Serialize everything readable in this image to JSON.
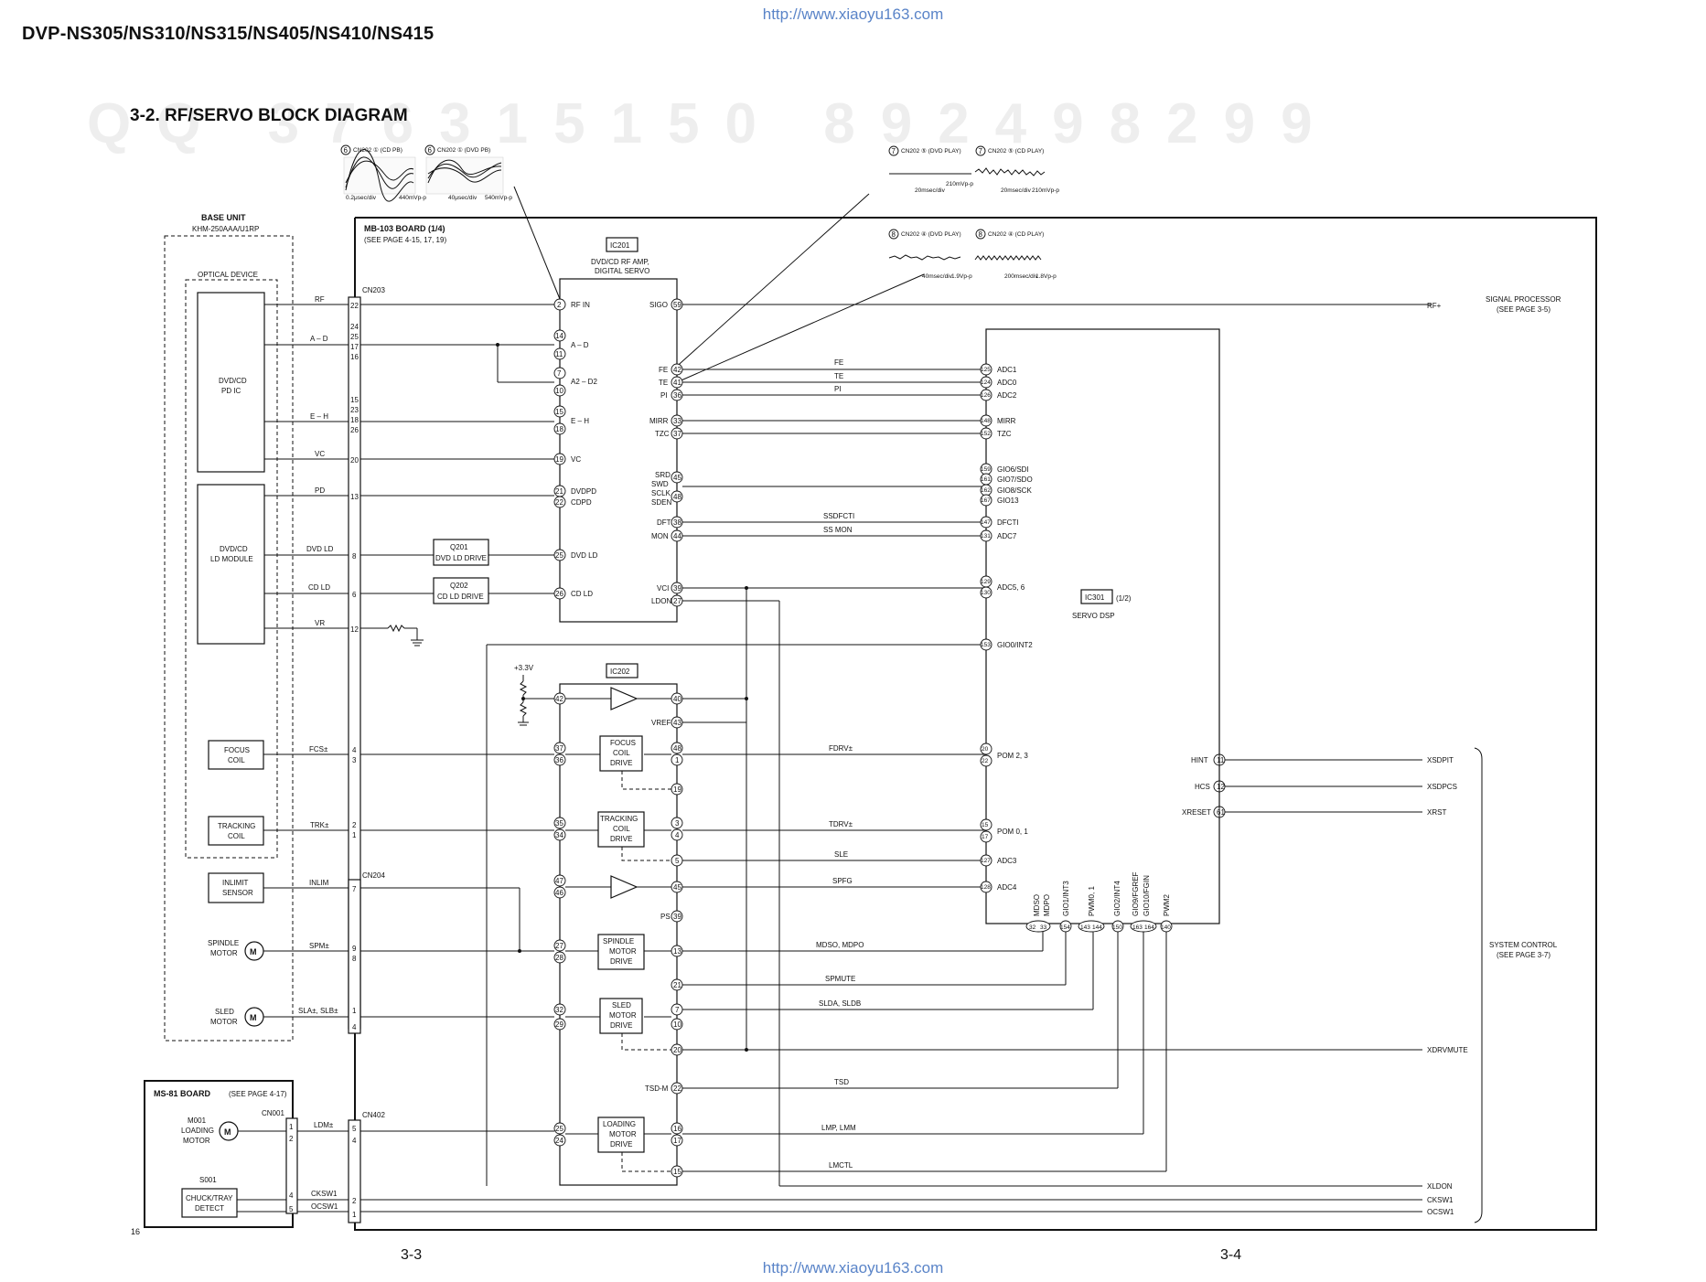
{
  "header": {
    "model": "DVP-NS305/NS310/NS315/NS405/NS410/NS415",
    "url": "http://www.xiaoyu163.com"
  },
  "section_title": "3-2.  RF/SERVO BLOCK DIAGRAM",
  "page_numbers": {
    "left": "3-3",
    "right": "3-4",
    "small": "16"
  },
  "waveforms": [
    {
      "id": "6",
      "label": "CN202 ① (CD PB)",
      "time": "0.2μsec/div",
      "amp": "440mVp-p"
    },
    {
      "id": "6",
      "label": "CN202 ① (DVD PB)",
      "time": "40μsec/div",
      "amp": "540mVp-p"
    },
    {
      "id": "7",
      "label": "CN202 ⑤ (DVD PLAY)",
      "time": "20msec/div",
      "amp": "210mVp-p"
    },
    {
      "id": "7",
      "label": "CN202 ⑤ (CD PLAY)",
      "time": "20msec/div",
      "amp": "210mVp-p"
    },
    {
      "id": "8",
      "label": "CN202 ④ (DVD PLAY)",
      "time": "40msec/div",
      "amp": "1.9Vp-p"
    },
    {
      "id": "8",
      "label": "CN202 ④ (CD PLAY)",
      "time": "200msec/div",
      "amp": "1.8Vp-p"
    }
  ],
  "base_unit": {
    "title": "BASE UNIT",
    "subtitle": "KHM-250AAA/U1RP",
    "optical_device": "OPTICAL DEVICE",
    "pd_ic": [
      "DVD/CD",
      "PD IC"
    ],
    "ld_module": [
      "DVD/CD",
      "LD MODULE"
    ],
    "focus_coil": [
      "FOCUS",
      "COIL"
    ],
    "tracking_coil": [
      "TRACKING",
      "COIL"
    ],
    "inlimit_sensor": [
      "INLIMIT",
      "SENSOR"
    ],
    "spindle_motor": [
      "SPINDLE",
      "MOTOR"
    ],
    "sled_motor": [
      "SLED",
      "MOTOR"
    ],
    "motor_symbol": "M"
  },
  "ms81": {
    "title": "MS-81 BOARD",
    "see": "(SEE PAGE 4-17)",
    "cn": "CN001",
    "loading_motor": [
      "M001",
      "LOADING",
      "MOTOR"
    ],
    "switch": [
      "S001"
    ],
    "chuck": [
      "CHUCK/TRAY",
      "DETECT"
    ]
  },
  "mb103": {
    "title": "MB-103 BOARD (1/4)",
    "see": "(SEE PAGE 4-15, 17, 19)",
    "cn203": "CN203",
    "cn204": "CN204",
    "cn402": "CN402"
  },
  "signals": {
    "rf": "RF",
    "ad": "A – D",
    "eh": "E – H",
    "vc": "VC",
    "pd": "PD",
    "dvdld": "DVD LD",
    "cdld": "CD LD",
    "vr": "VR",
    "fcs": "FCS±",
    "trk": "TRK±",
    "inlim": "INLIM",
    "spm": "SPM±",
    "sla": "SLA±, SLB±",
    "ldm": "LDM±",
    "cksw": "CKSW1",
    "ocsw": "OCSW1"
  },
  "cn_pins": [
    "22",
    "24",
    "25",
    "17",
    "16",
    "15",
    "23",
    "18",
    "26",
    "20",
    "13",
    "8",
    "6",
    "12",
    "4",
    "3",
    "2",
    "1",
    "7",
    "9",
    "8",
    "1",
    "4",
    "5",
    "4",
    "2",
    "1"
  ],
  "ms_pins": [
    "1",
    "2",
    "4",
    "5"
  ],
  "q201": [
    "Q201",
    "DVD LD DRIVE"
  ],
  "q202": [
    "Q202",
    "CD LD DRIVE"
  ],
  "ic201": {
    "name": "IC201",
    "desc": [
      "DVD/CD RF AMP,",
      "DIGITAL SERVO"
    ],
    "left_pins": [
      "2",
      "14",
      "11",
      "7",
      "10",
      "15",
      "18",
      "19",
      "21",
      "22",
      "25",
      "26"
    ],
    "left_labels": [
      "RF IN",
      "A – D",
      "A2 – D2",
      "E – H",
      "VC",
      "DVDPD",
      "CDPD",
      "DVD LD",
      "CD LD"
    ],
    "right_pins": [
      "59",
      "42",
      "41",
      "36",
      "33",
      "37",
      "45",
      "48",
      "38",
      "44",
      "39",
      "27"
    ],
    "right_labels": [
      "SIGO",
      "FE",
      "TE",
      "PI",
      "MIRR",
      "TZC",
      "SRD",
      "SWD",
      "SCLK",
      "SDEN",
      "DFT",
      "MON",
      "VCI",
      "LDON"
    ]
  },
  "ic202": {
    "name": "IC202",
    "supply": "+3.3V",
    "left_pins": [
      "42",
      "37",
      "36",
      "35",
      "34",
      "47",
      "46",
      "27",
      "28",
      "32",
      "29",
      "25",
      "24"
    ],
    "right_pins": [
      "40",
      "43",
      "48",
      "1",
      "19",
      "3",
      "4",
      "5",
      "45",
      "39",
      "13",
      "21",
      "7",
      "10",
      "20",
      "22",
      "16",
      "17",
      "15"
    ],
    "right_labels": [
      "VREF",
      "PS",
      "TSD-M"
    ],
    "blocks": {
      "focus": [
        "FOCUS",
        "COIL",
        "DRIVE"
      ],
      "tracking": [
        "TRACKING",
        "COIL",
        "DRIVE"
      ],
      "spindle": [
        "SPINDLE",
        "MOTOR",
        "DRIVE"
      ],
      "sled": [
        "SLED",
        "MOTOR",
        "DRIVE"
      ],
      "loading": [
        "LOADING",
        "MOTOR",
        "DRIVE"
      ]
    }
  },
  "ic301": {
    "name": "IC301",
    "part": "(1/2)",
    "desc": "SERVO DSP",
    "left_pins": [
      "125",
      "124",
      "126",
      "148",
      "152",
      "159",
      "161",
      "162",
      "167",
      "147",
      "131",
      "129",
      "130",
      "153",
      "20",
      "22",
      "15",
      "17",
      "127",
      "128"
    ],
    "left_labels": [
      "ADC1",
      "ADC0",
      "ADC2",
      "MIRR",
      "TZC",
      "GIO6/SDI",
      "GIO7/SDO",
      "GIO8/SCK",
      "GIO13",
      "DFCTI",
      "ADC7",
      "ADC5, 6",
      "GIO0/INT2",
      "POM 2, 3",
      "POM 0, 1",
      "ADC3",
      "ADC4"
    ],
    "right_pins": [
      "11",
      "12",
      "61"
    ],
    "right_labels": [
      "HINT",
      "HCS",
      "XRESET"
    ],
    "bottom_pins": [
      "32",
      "33",
      "154",
      "143",
      "144",
      "150",
      "163",
      "164",
      "140"
    ],
    "bottom_labels": [
      "MDSO",
      "MDPO",
      "GIO1/INT3",
      "PWM0, 1",
      "GIO2/INT4",
      "GIO9/FGREF",
      "GIO10/FGIN",
      "PWM2"
    ]
  },
  "nets": {
    "fe": "FE",
    "te": "TE",
    "pi": "PI",
    "ssdfcti": "SSDFCTI",
    "ssmon": "SS MON",
    "fdrv": "FDRV±",
    "tdrv": "TDRV±",
    "sle": "SLE",
    "spfg": "SPFG",
    "mdso": "MDSO, MDPO",
    "spmute": "SPMUTE",
    "slda": "SLDA, SLDB",
    "tsd": "TSD",
    "lmp": "LMP, LMM",
    "lmctl": "LMCTL",
    "rfplus": "RF+"
  },
  "outputs": {
    "xsdpit": "XSDPIT",
    "xsdpcs": "XSDPCS",
    "xrst": "XRST",
    "xdrvmute": "XDRVMUTE",
    "xldon": "XLDON",
    "cksw": "CKSW1",
    "ocsw": "OCSW1"
  },
  "signal_processor": [
    "SIGNAL PROCESSOR",
    "(SEE PAGE 3-5)"
  ],
  "system_control": [
    "SYSTEM CONTROL",
    "(SEE PAGE 3-7)"
  ],
  "watermark": "QQ 376315150   892498299",
  "chart_data": null
}
